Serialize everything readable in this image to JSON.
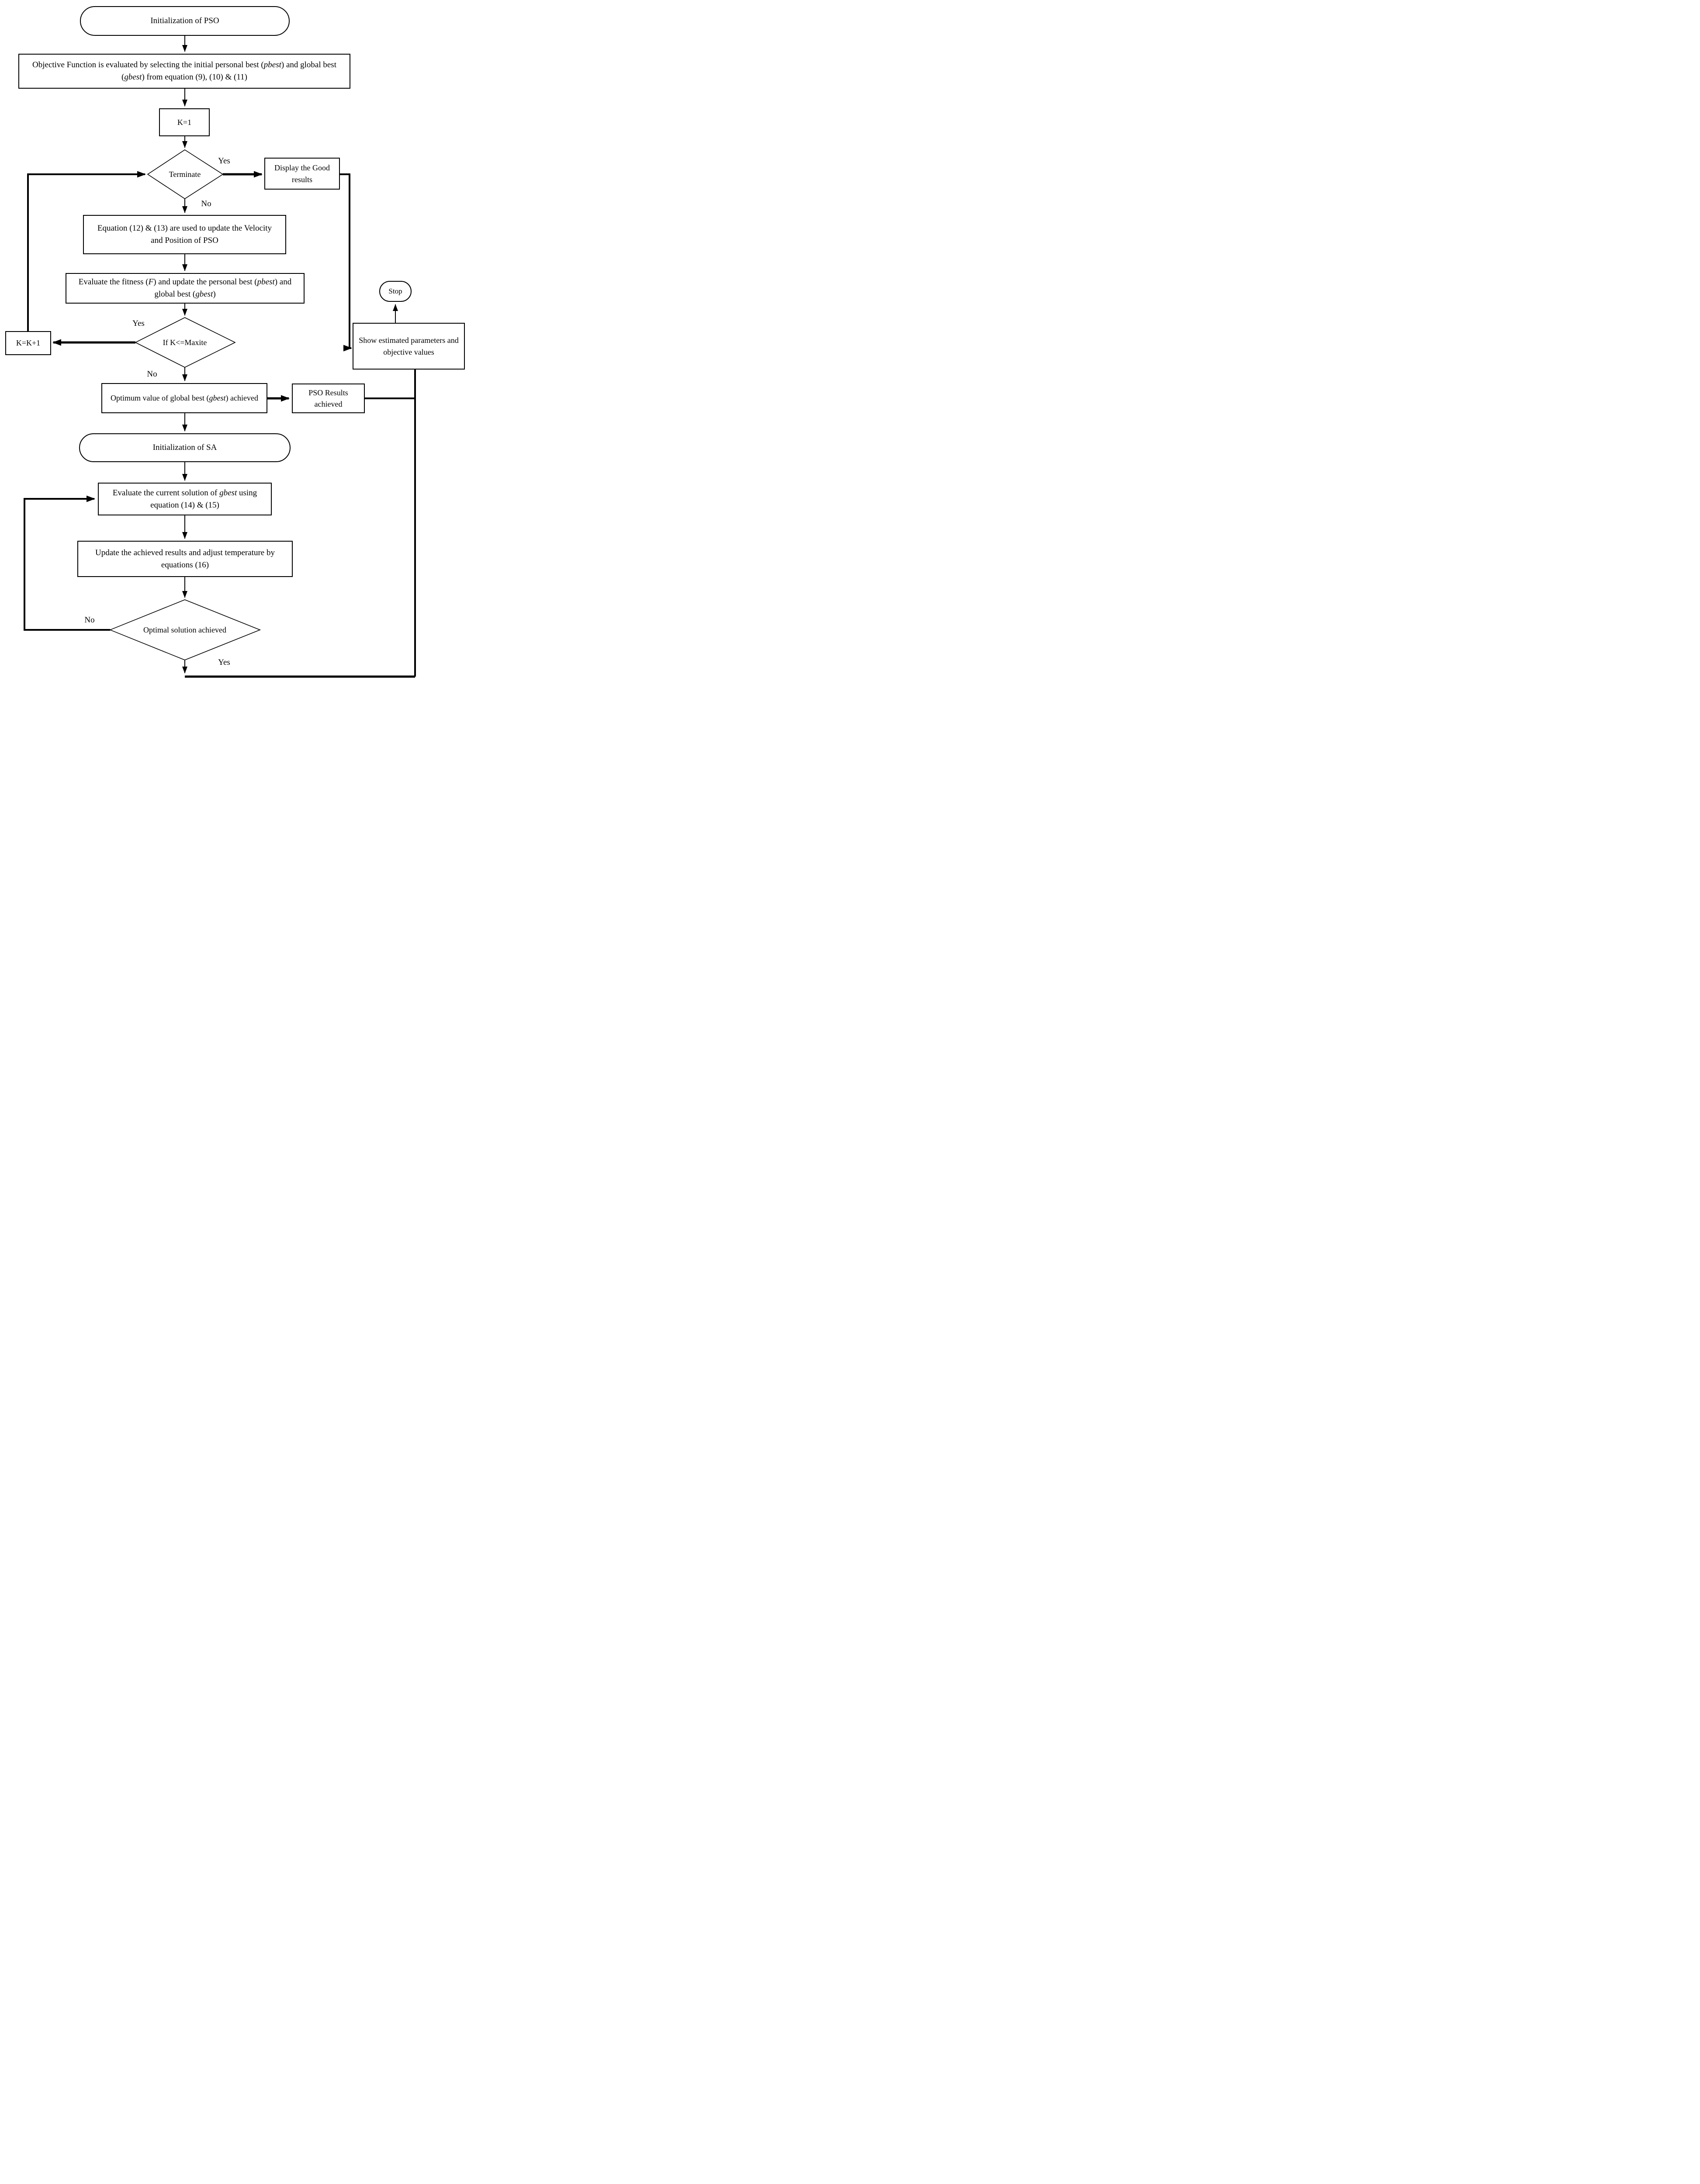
{
  "figure": {
    "background": "#ffffff",
    "line_color": "#000000",
    "text_color": "#000000",
    "description": "Flowchart of hybrid PSO-SA optimization algorithm"
  },
  "nodes": {
    "init_pso": {
      "label": "Initialization of PSO",
      "type": "terminator"
    },
    "objective": {
      "type": "process",
      "segments": [
        {
          "t": "Objective Function is evaluated by selecting the initial personal best ("
        },
        {
          "t": "pbest",
          "i": true
        },
        {
          "t": ") and global best ("
        },
        {
          "t": "gbest",
          "i": true
        },
        {
          "t": ") from equation (9), (10) & (11)"
        }
      ]
    },
    "k_equals_1": {
      "label": "K=1",
      "type": "process"
    },
    "terminate": {
      "label": "Terminate",
      "type": "decision"
    },
    "display_good_results": {
      "label": "Display the Good results",
      "type": "process"
    },
    "update_velocity": {
      "label": "Equation (12) & (13) are used to update the Velocity and Position of PSO",
      "type": "process"
    },
    "evaluate_fitness": {
      "type": "process",
      "segments": [
        {
          "t": "Evaluate the fitness ("
        },
        {
          "t": "F",
          "i": true
        },
        {
          "t": ") and update the personal best ("
        },
        {
          "t": "pbest",
          "i": true
        },
        {
          "t": ") and global best ("
        },
        {
          "t": "gbest",
          "i": true
        },
        {
          "t": ")"
        }
      ]
    },
    "if_k_maxite": {
      "label": "If K<=Maxite",
      "type": "decision"
    },
    "k_increment": {
      "label": "K=K+1",
      "type": "process"
    },
    "optimum_gbest": {
      "type": "process",
      "segments": [
        {
          "t": "Optimum value of global best ("
        },
        {
          "t": "gbest",
          "i": true
        },
        {
          "t": ") achieved"
        }
      ]
    },
    "pso_results": {
      "label": "PSO Results achieved",
      "type": "process"
    },
    "stop": {
      "label": "Stop",
      "type": "terminator"
    },
    "show_estimated": {
      "label": "Show estimated parameters and objective values",
      "type": "process"
    },
    "init_sa": {
      "label": "Initialization of SA",
      "type": "terminator"
    },
    "evaluate_current": {
      "type": "process",
      "segments": [
        {
          "t": "Evaluate the current solution of "
        },
        {
          "t": "gbest",
          "i": true
        },
        {
          "t": " using equation (14) & (15)"
        }
      ]
    },
    "update_results": {
      "label": "Update the achieved results and adjust temperature by equations (16)",
      "type": "process"
    },
    "optimal_solution": {
      "label": "Optimal solution achieved",
      "type": "decision"
    }
  },
  "edge_labels": {
    "terminate_yes": "Yes",
    "terminate_no": "No",
    "maxite_yes": "Yes",
    "maxite_no": "No",
    "optimal_no": "No",
    "optimal_yes": "Yes"
  }
}
